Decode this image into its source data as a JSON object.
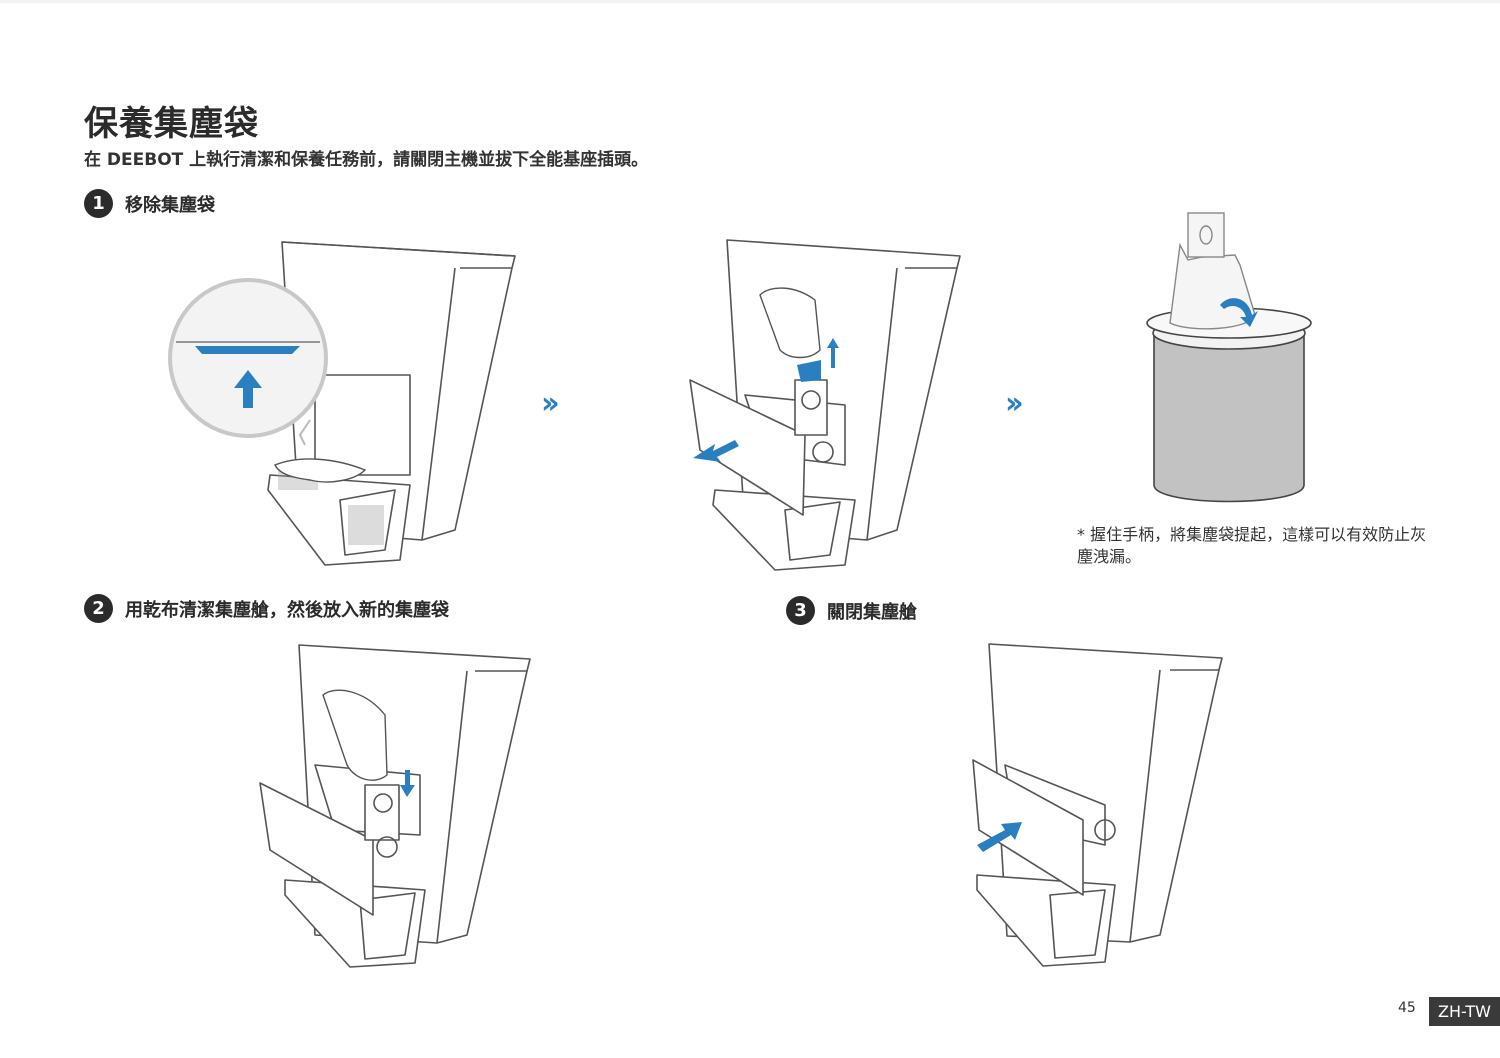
{
  "header": {
    "title": "保養集塵袋",
    "subtitle": "在 DEEBOT 上執行清潔和保養任務前，請關閉主機並拔下全能基座插頭。"
  },
  "steps": [
    {
      "number": "1",
      "label": "移除集塵袋"
    },
    {
      "number": "2",
      "label": "用乾布清潔集塵艙，然後放入新的集塵袋"
    },
    {
      "number": "3",
      "label": "關閉集塵艙"
    }
  ],
  "note": "* 握住手柄，將集塵袋提起，這樣可以有效防止灰塵洩漏。",
  "footer": {
    "page_number": "45",
    "language": "ZH-TW"
  },
  "icons": {
    "next": "double-chevron-right-icon",
    "arrow": "arrow-icon"
  },
  "colors": {
    "accent": "#2a7fc0",
    "line": "#555555",
    "badge": "#3a3a3a"
  }
}
